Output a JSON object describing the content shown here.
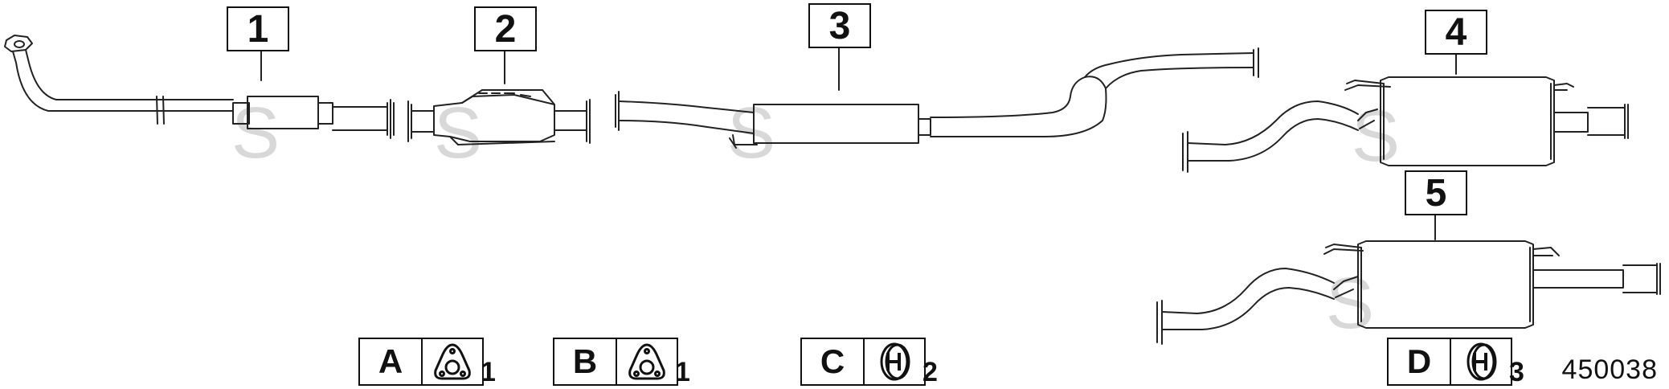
{
  "diagram": {
    "watermark_glyph": "S",
    "part_number": "450038",
    "callouts": [
      {
        "label": "1"
      },
      {
        "label": "2"
      },
      {
        "label": "3"
      },
      {
        "label": "4"
      },
      {
        "label": "5"
      }
    ],
    "legend": [
      {
        "letter": "A",
        "icon": "triangular-flange-gasket-icon",
        "qty": "1"
      },
      {
        "letter": "B",
        "icon": "triangular-flange-gasket-icon",
        "qty": "1"
      },
      {
        "letter": "C",
        "icon": "rubber-hanger-icon",
        "qty": "2"
      },
      {
        "letter": "D",
        "icon": "rubber-hanger-icon",
        "qty": "3"
      }
    ]
  }
}
